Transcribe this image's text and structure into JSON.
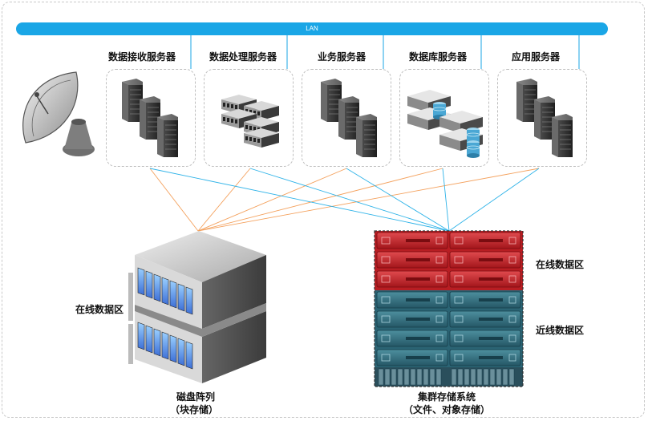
{
  "lan_label": "LAN",
  "servers": [
    {
      "label": "数据接收服务器",
      "icon": "tower-servers-icon"
    },
    {
      "label": "数据处理服务器",
      "icon": "rack-servers-icon"
    },
    {
      "label": "业务服务器",
      "icon": "tower-servers-icon"
    },
    {
      "label": "数据库服务器",
      "icon": "database-servers-icon"
    },
    {
      "label": "应用服务器",
      "icon": "tower-servers-icon"
    }
  ],
  "disk_array": {
    "zone_label": "在线数据区",
    "title": "磁盘阵列",
    "subtitle": "（块存储）"
  },
  "cluster": {
    "online_label": "在线数据区",
    "nearline_label": "近线数据区",
    "title": "集群存储系统",
    "subtitle": "（文件、对象存储）"
  },
  "colors": {
    "lan": "#1aa6e6",
    "link_orange": "#f4a15d",
    "link_blue": "#2fb3e8",
    "online_rack": "#c8262b",
    "nearline_rack": "#2f6f7f"
  }
}
